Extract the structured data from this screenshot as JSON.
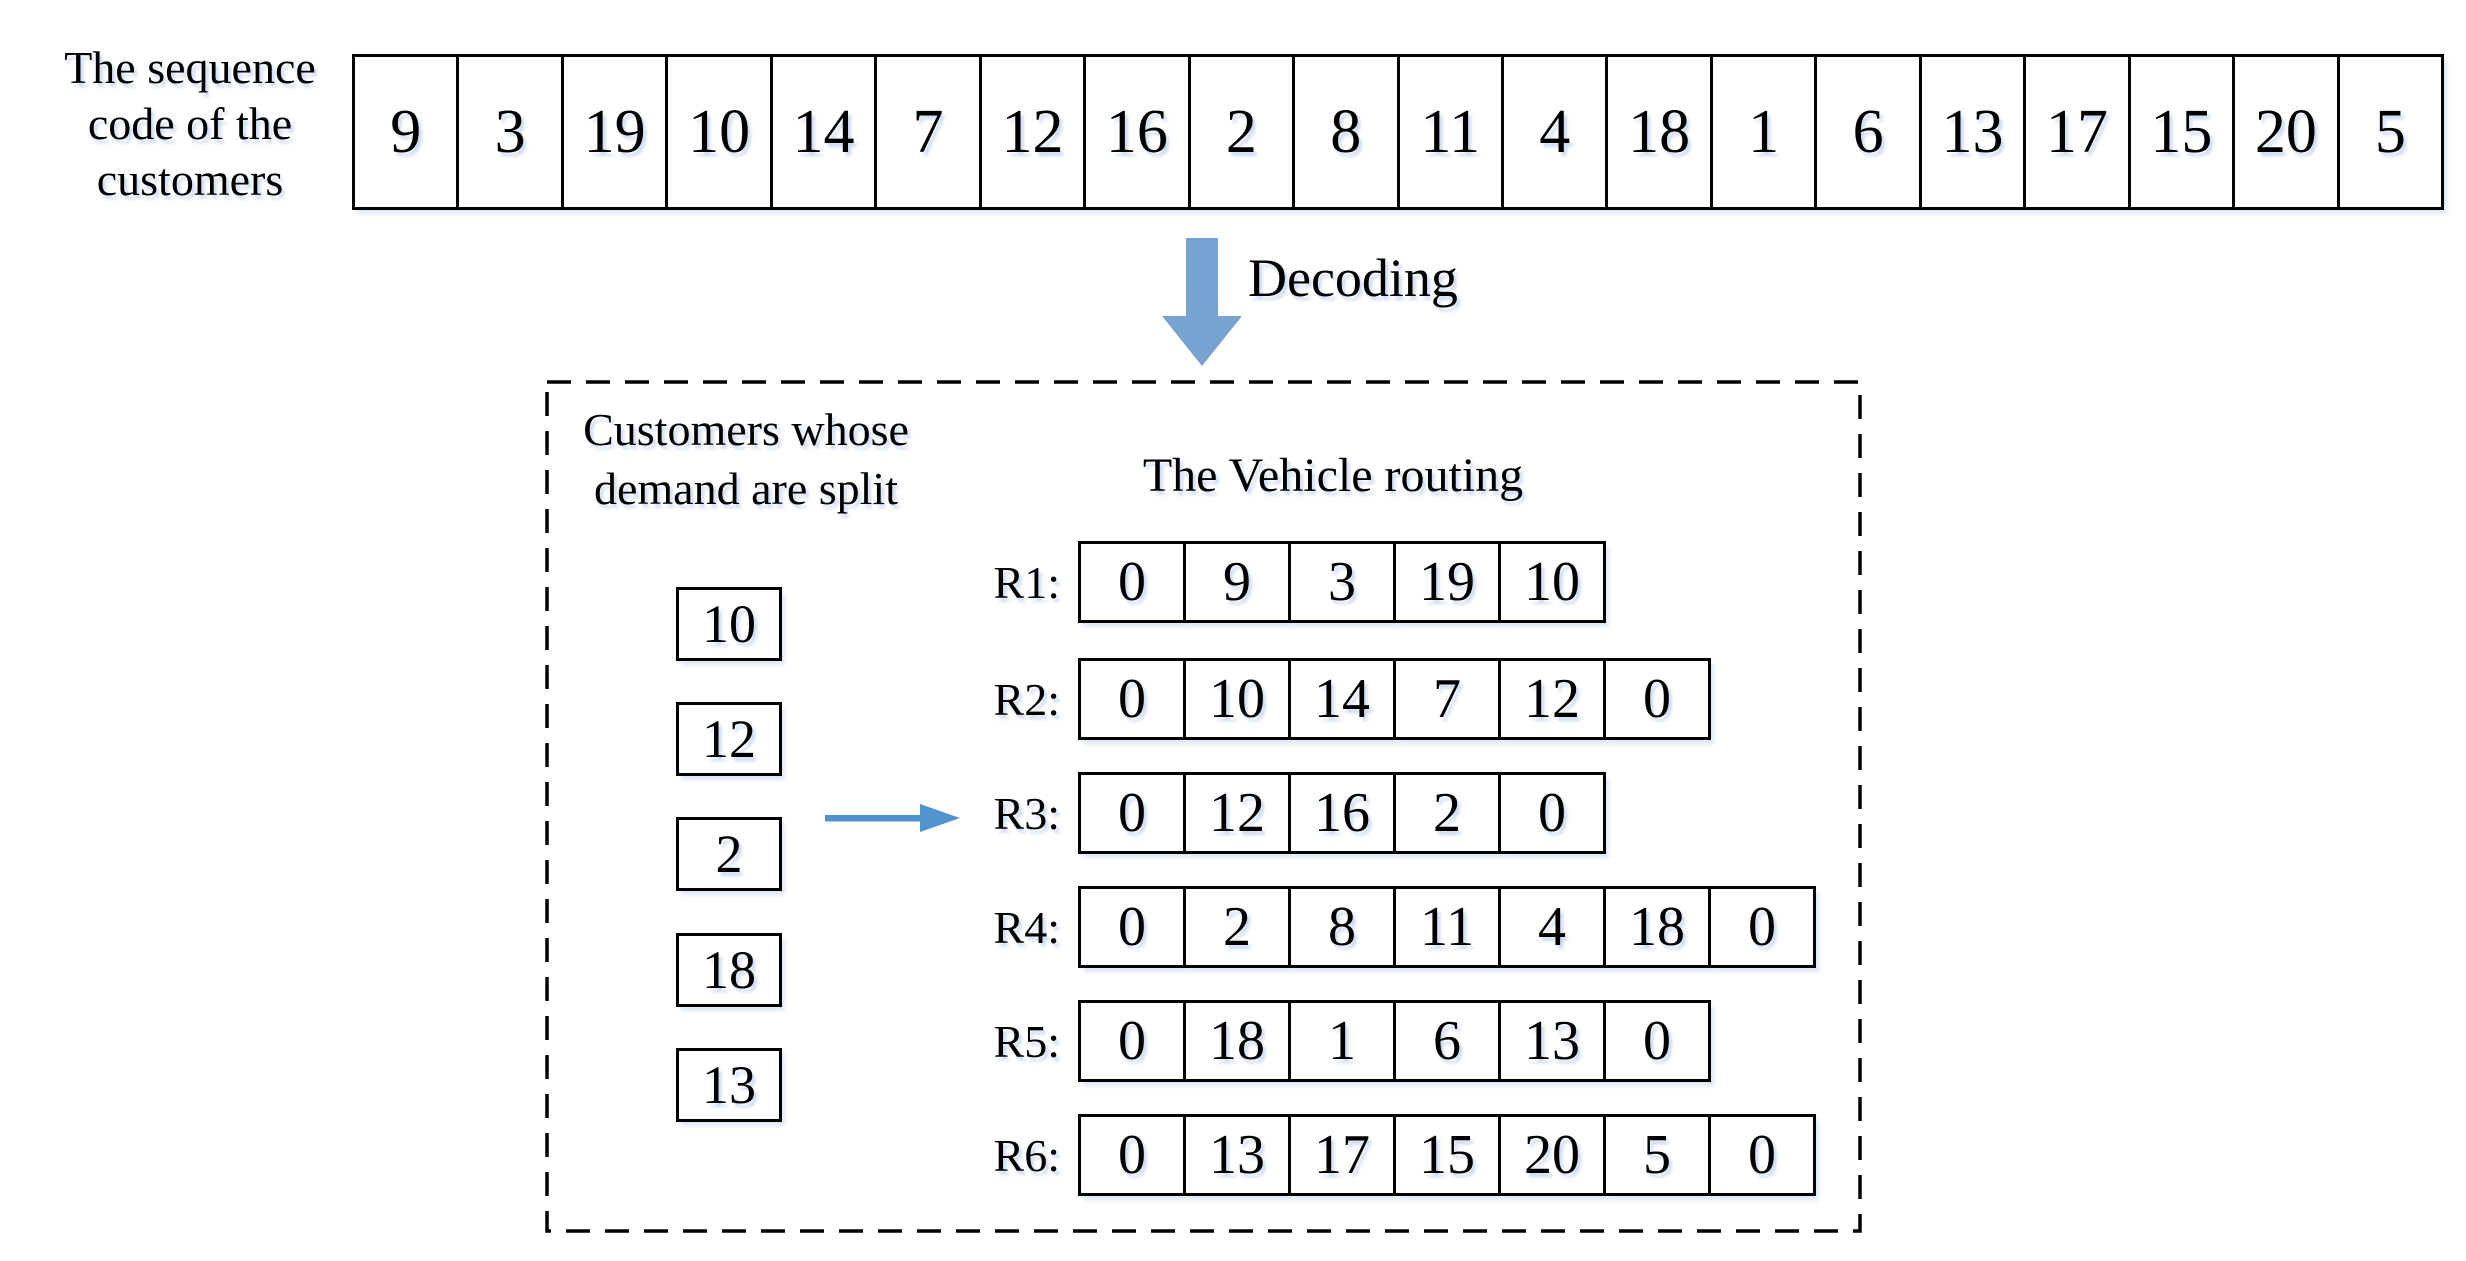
{
  "sequence": {
    "label_lines": [
      "The sequence",
      "code of the",
      "customers"
    ],
    "values": [
      "9",
      "3",
      "19",
      "10",
      "14",
      "7",
      "12",
      "16",
      "2",
      "8",
      "11",
      "4",
      "18",
      "1",
      "6",
      "13",
      "17",
      "15",
      "20",
      "5"
    ]
  },
  "decoding": {
    "label": "Decoding"
  },
  "split": {
    "title_lines": [
      "Customers whose",
      "demand are split"
    ],
    "customers": [
      "10",
      "12",
      "2",
      "18",
      "13"
    ]
  },
  "routing": {
    "title": "The Vehicle routing",
    "routes": [
      {
        "label": "R1:",
        "stops": [
          "0",
          "9",
          "3",
          "19",
          "10"
        ]
      },
      {
        "label": "R2:",
        "stops": [
          "0",
          "10",
          "14",
          "7",
          "12",
          "0"
        ]
      },
      {
        "label": "R3:",
        "stops": [
          "0",
          "12",
          "16",
          "2",
          "0"
        ]
      },
      {
        "label": "R4:",
        "stops": [
          "0",
          "2",
          "8",
          "11",
          "4",
          "18",
          "0"
        ]
      },
      {
        "label": "R5:",
        "stops": [
          "0",
          "18",
          "1",
          "6",
          "13",
          "0"
        ]
      },
      {
        "label": "R6:",
        "stops": [
          "0",
          "13",
          "17",
          "15",
          "20",
          "5",
          "0"
        ]
      }
    ]
  },
  "colors": {
    "decode_arrow": "#78a2d0",
    "pointer_arrow": "#5193cd",
    "border": "#000000",
    "text_shadow": "#cbdaf1"
  }
}
